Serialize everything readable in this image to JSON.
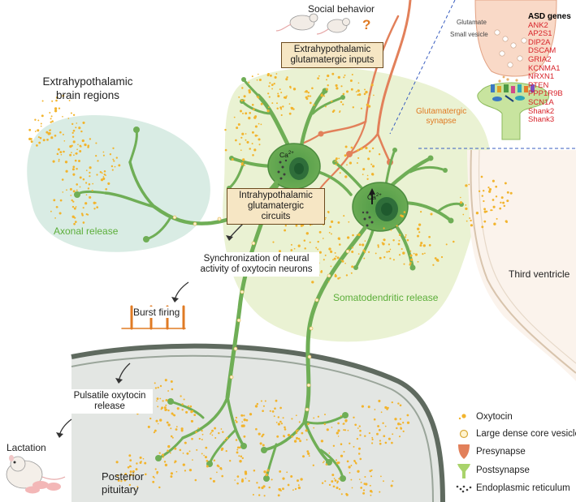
{
  "top": {
    "social_behavior": "Social behavior",
    "question_mark": "?",
    "extra_inputs": [
      "Extrahypothalamic",
      "glutamatergic inputs"
    ]
  },
  "synapse_inset": {
    "glutamate": "Glutamate",
    "small_vesicle": "Small vesicle",
    "synapse_label": [
      "Glutamatergic",
      "synapse"
    ],
    "asd_title": "ASD genes",
    "asd_genes": [
      "ANK2",
      "AP2S1",
      "DIP2A",
      "DSCAM",
      "GRIA2",
      "KCNMA1",
      "NRXN1",
      "PTEN",
      "PPP1R9B",
      "SCN1A",
      "Shank2",
      "Shank3"
    ]
  },
  "regions": {
    "extrahypothalamic": [
      "Extrahypothalamic",
      "brain regions"
    ],
    "axonal_release": "Axonal release",
    "intra_circuits": [
      "Intrahypothalamic",
      "glutamatergic circuits"
    ],
    "third_ventricle": "Third ventricle",
    "somatodendritic_release": "Somatodendritic release",
    "posterior_pituitary": [
      "Posterior",
      "pituitary"
    ],
    "calcium_1": "Ca",
    "calcium_2": "Ca",
    "calcium_sup": "2+"
  },
  "flow": {
    "synchronization": [
      "Synchronization of neural",
      "activity of oxytocin neurons"
    ],
    "burst_firing": "Burst firing",
    "pulsatile": [
      "Pulsatile oxytocin",
      "release"
    ],
    "lactation": "Lactation"
  },
  "legend": {
    "items": [
      "Oxytocin",
      "Large dense core vesicle",
      "Presynapse",
      "Postsynapse",
      "Endoplasmic reticulum"
    ]
  },
  "colors": {
    "neuron_green": "#6fae56",
    "neuron_dark": "#3f7d34",
    "axon_orange": "#e2805a",
    "hypothalamus_bg": "#eaf2d3",
    "extra_bg": "#d9ece4",
    "pituitary_bg": "#e3e6e3",
    "ventricle_bg": "#fbf3ec",
    "oxytocin_dot": "#f2b42d",
    "gene_red": "#d8232a"
  }
}
